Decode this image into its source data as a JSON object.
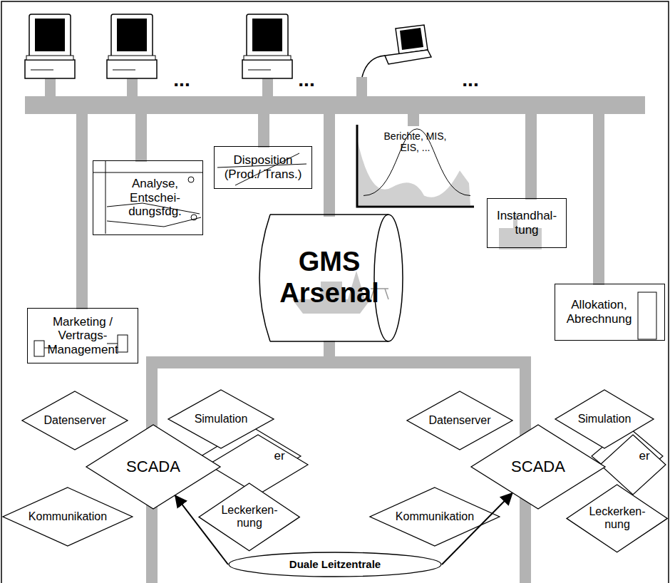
{
  "diagram": {
    "nodes": [
      {
        "text": [
          "Marketing / Vertrags-Management"
        ]
      },
      {
        "text": [
          "Analyse, Entschei- dungsfdg."
        ]
      },
      {
        "text": [
          "Disposition (Prod./ Trans.)"
        ]
      },
      {
        "text": [
          "Berichte, MIS, EIS, ..."
        ]
      },
      {
        "text": [
          "Instandhal- tung"
        ]
      },
      {
        "text": [
          "Allokation, Abrechnung"
        ]
      },
      {
        "text": [
          "GMS Arsenal"
        ]
      },
      {
        "text": [
          "Datenserver"
        ]
      },
      {
        "text": [
          "Simulation"
        ]
      },
      {
        "text": [
          "SCADA"
        ]
      },
      {
        "text": [
          "Kommunikation"
        ]
      },
      {
        "text": [
          "Leckerken- nung"
        ]
      },
      {
        "text": [
          "Datenserver"
        ]
      },
      {
        "text": [
          "Simulation"
        ]
      },
      {
        "text": [
          "SCADA"
        ]
      },
      {
        "text": [
          "Kommunikation"
        ]
      },
      {
        "text": [
          "Leckerken- nung"
        ]
      },
      {
        "text": [
          "Duale Leitzentrale"
        ]
      }
    ],
    "edges": [
      {
        "from": 17,
        "to": 9,
        "arrow": "to"
      },
      {
        "from": 17,
        "to": 14,
        "arrow": "to"
      }
    ],
    "labels": [
      "...",
      "...",
      "...",
      "er",
      "er"
    ]
  }
}
